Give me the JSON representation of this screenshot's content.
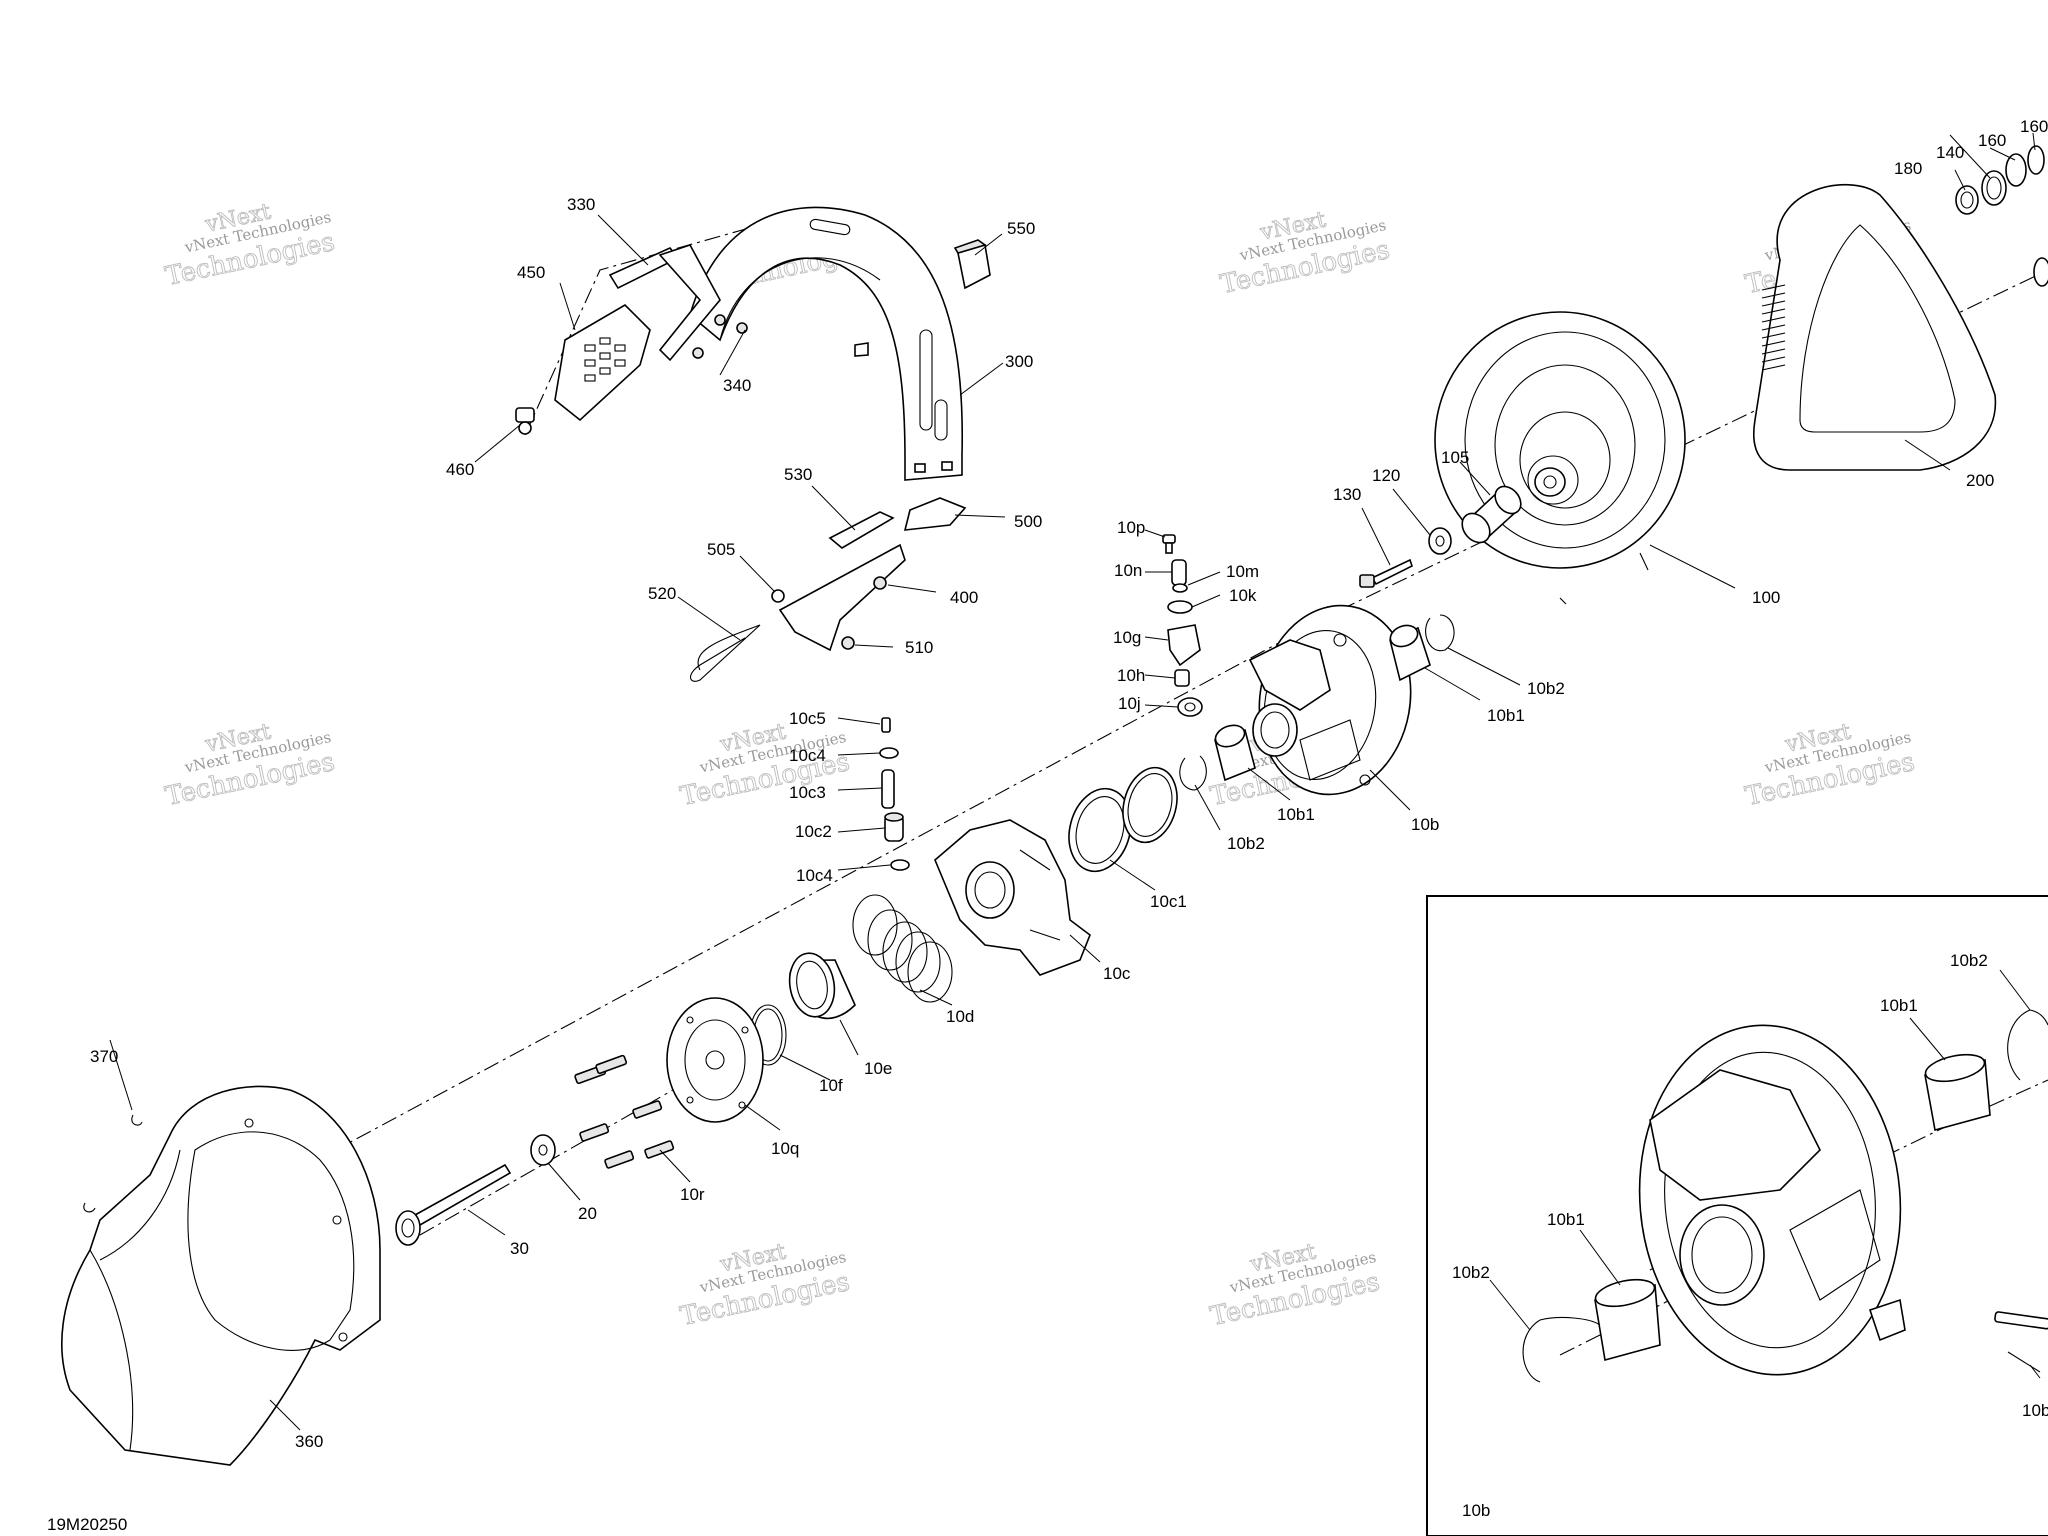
{
  "diagram": {
    "code": "19M20250",
    "inset_title": "10b",
    "watermark": {
      "line1": "vNext",
      "line2": "vNext Technologies",
      "line3": "Technologies"
    },
    "labels": {
      "l10b2_inset_top": "10b2",
      "l10b1_inset_top": "10b1",
      "l10b1_inset_bottom": "10b1",
      "l10b2_inset_bottom": "10b2",
      "l10b_inset_edge": "10b",
      "l330": "330",
      "l450": "450",
      "l460": "460",
      "l340": "340",
      "l550": "550",
      "l300": "300",
      "l530": "530",
      "l500": "500",
      "l505": "505",
      "l520": "520",
      "l400": "400",
      "l510": "510",
      "l180": "180",
      "l140": "140",
      "l160a": "160",
      "l160b": "160",
      "l200": "200",
      "l105": "105",
      "l120": "120",
      "l130": "130",
      "l100": "100",
      "l10p": "10p",
      "l10n": "10n",
      "l10m": "10m",
      "l10k": "10k",
      "l10g": "10g",
      "l10h": "10h",
      "l10j": "10j",
      "l10b2_main_a": "10b2",
      "l10b1_main_a": "10b1",
      "l10b1_main_b": "10b1",
      "l10b_main": "10b",
      "l10b2_main_b": "10b2",
      "l10c5": "10c5",
      "l10c4_top": "10c4",
      "l10c3": "10c3",
      "l10c2": "10c2",
      "l10c4_bottom": "10c4",
      "l10c1": "10c1",
      "l10c": "10c",
      "l10d": "10d",
      "l10e": "10e",
      "l10f": "10f",
      "l10q": "10q",
      "l10r": "10r",
      "l20": "20",
      "l30": "30",
      "l370": "370",
      "l360": "360"
    }
  }
}
